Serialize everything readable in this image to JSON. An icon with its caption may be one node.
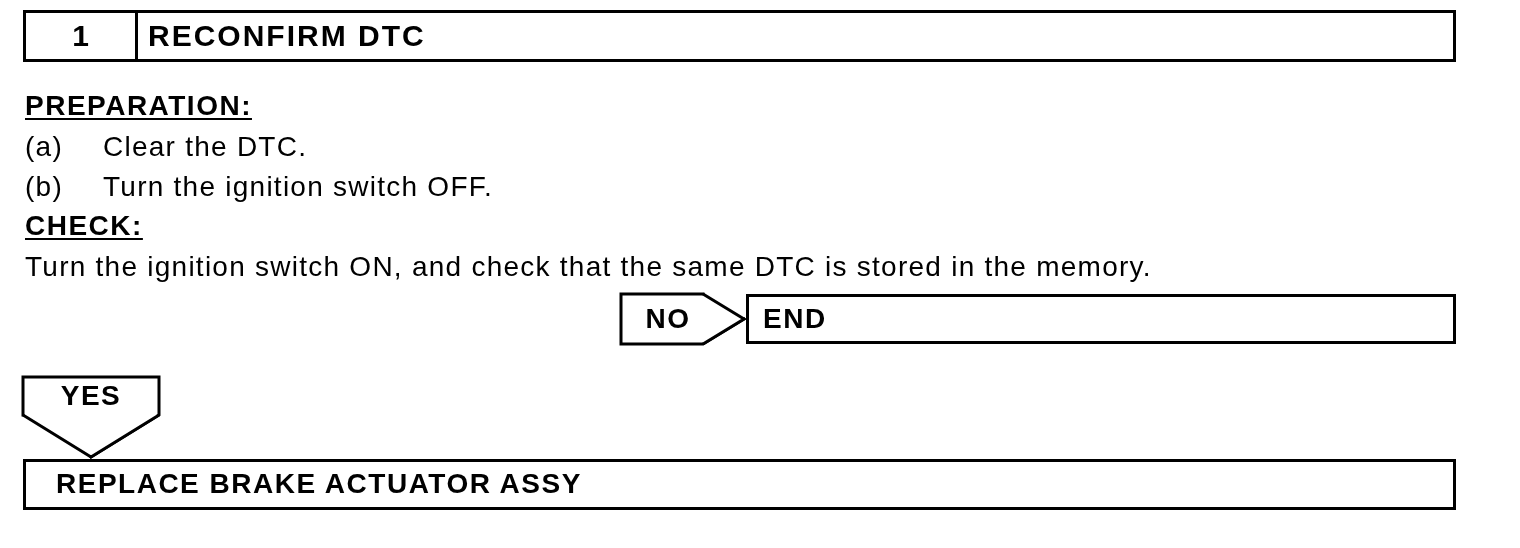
{
  "diagram": {
    "nodes": [
      {
        "text": [
          "1",
          "RECONFIRM DTC"
        ]
      },
      {
        "text": [
          "Turn the ignition switch ON, and check that the same DTC is stored in the memory."
        ]
      },
      {
        "text": [
          "END"
        ]
      },
      {
        "text": [
          "REPLACE BRAKE ACTUATOR ASSY"
        ]
      }
    ],
    "edges": [
      {
        "from": 1,
        "to": 2,
        "arrow": "to",
        "label": "NO"
      },
      {
        "from": null,
        "to": 3,
        "arrow": "to",
        "label": "YES"
      }
    ],
    "labels": [
      "PREPARATION:",
      "(a)",
      "Clear the DTC.",
      "(b)",
      "Turn the ignition switch OFF.",
      "CHECK:"
    ]
  }
}
